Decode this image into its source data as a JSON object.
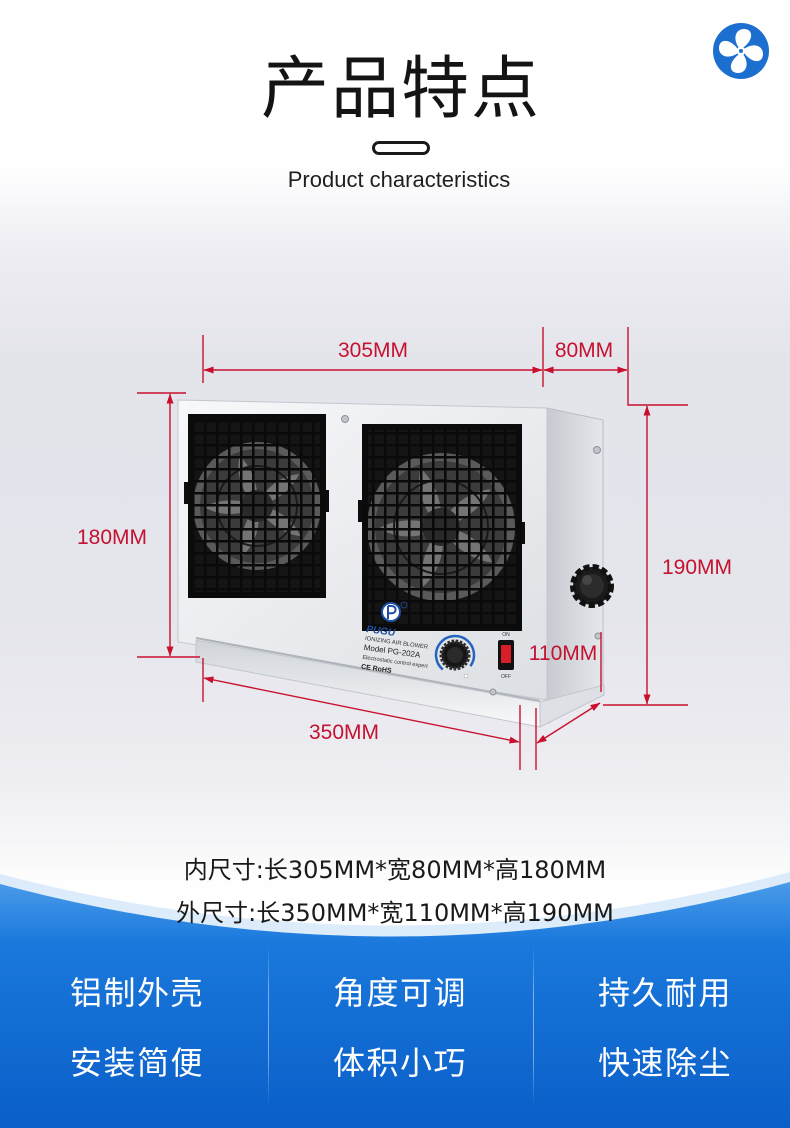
{
  "logo": {
    "icon": "fan-icon",
    "color": "#1d6fcf"
  },
  "header": {
    "title": "产品特点",
    "subtitle": "Product characteristics"
  },
  "product": {
    "brand": "PUGU",
    "type_line": "IONIZING AIR BLOWER",
    "model_line": "Model PG-202A",
    "tagline": "Electrostatic control expert",
    "cert_line": "CE RoHS",
    "switch_on": "ON",
    "switch_off": "OFF"
  },
  "dimensions": {
    "inner_length": "305MM",
    "inner_width": "80MM",
    "inner_height": "180MM",
    "outer_height": "190MM",
    "outer_width": "110MM",
    "outer_length": "350MM"
  },
  "sizes": {
    "inner": "内尺寸:长305MM*宽80MM*高180MM",
    "outer": "外尺寸:长350MM*宽110MM*高190MM"
  },
  "features": [
    "铝制外壳",
    "角度可调",
    "持久耐用",
    "安装简便",
    "体积小巧",
    "快速除尘"
  ],
  "colors": {
    "accent_blue": "#1877dc",
    "dimension_red": "#c8102e",
    "grille_black": "#141414"
  }
}
